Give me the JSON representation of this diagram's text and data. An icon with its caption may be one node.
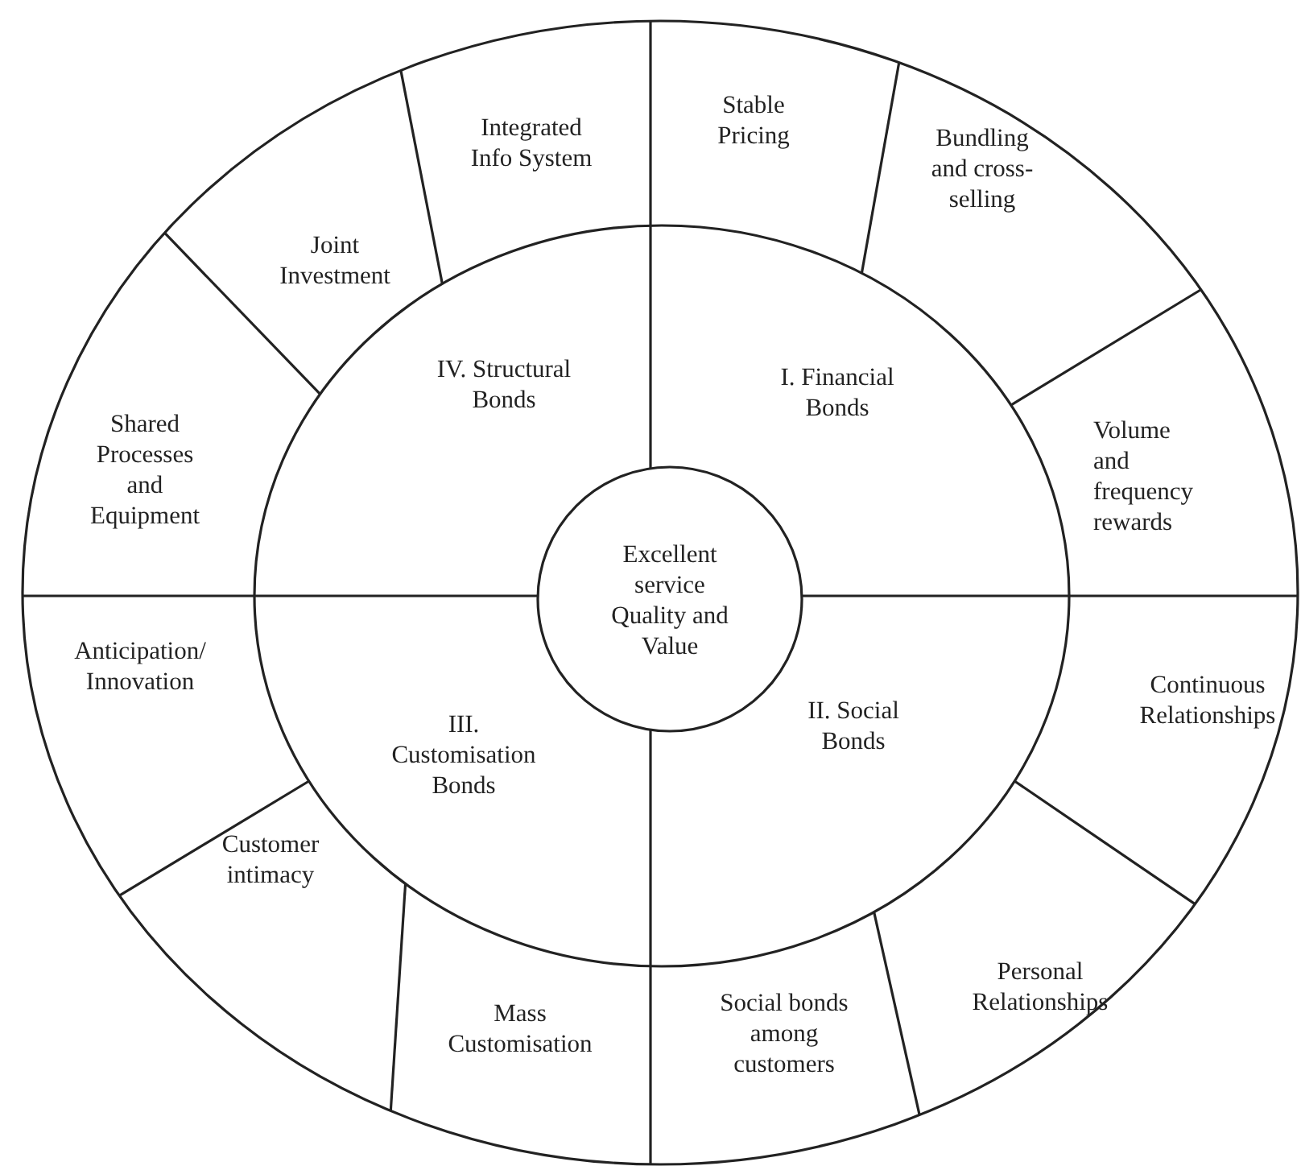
{
  "diagram": {
    "nodes": [
      {
        "text": [
          "Excellent service Quality and Value"
        ]
      },
      {
        "text": [
          "IV. Structural Bonds"
        ]
      },
      {
        "text": [
          "I. Financial Bonds"
        ]
      },
      {
        "text": [
          "II. Social Bonds"
        ]
      },
      {
        "text": [
          "III. Customisation Bonds"
        ]
      },
      {
        "text": [
          "Integrated Info System"
        ]
      },
      {
        "text": [
          "Stable Pricing"
        ]
      },
      {
        "text": [
          "Bundling and cross-selling"
        ]
      },
      {
        "text": [
          "Joint Investment"
        ]
      },
      {
        "text": [
          "Shared Processes and Equipment"
        ]
      },
      {
        "text": [
          "Volume and frequency rewards"
        ]
      },
      {
        "text": [
          "Anticipation/ Innovation"
        ]
      },
      {
        "text": [
          "Continuous Relationships"
        ]
      },
      {
        "text": [
          "Customer intimacy"
        ]
      },
      {
        "text": [
          "Personal Relationships"
        ]
      },
      {
        "text": [
          "Mass Customisation"
        ]
      },
      {
        "text": [
          "Social bonds among customers"
        ]
      }
    ]
  }
}
